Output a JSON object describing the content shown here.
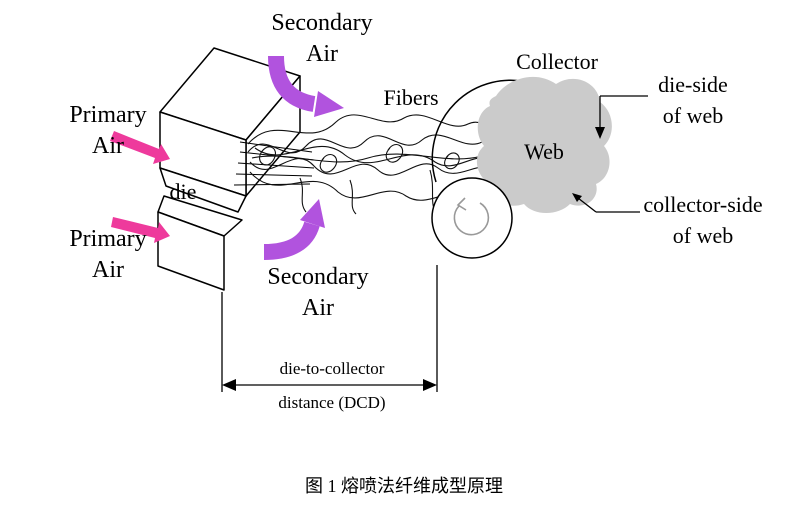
{
  "labels": {
    "secondary_air_top": {
      "line1": "Secondary",
      "line2": "Air"
    },
    "primary_air_top": {
      "line1": "Primary",
      "line2": "Air"
    },
    "die": "die",
    "primary_air_bottom": {
      "line1": "Primary",
      "line2": "Air"
    },
    "secondary_air_bottom": {
      "line1": "Secondary",
      "line2": "Air"
    },
    "fibers": "Fibers",
    "collector": "Collector",
    "web": "Web",
    "die_side": {
      "line1": "die-side",
      "line2": "of web"
    },
    "collector_side": {
      "line1": "collector-side",
      "line2": "of web"
    },
    "dcd": {
      "line1": "die-to-collector",
      "line2": "distance (DCD)"
    }
  },
  "caption": "图 1 熔喷法纤维成型原理",
  "colors": {
    "primary_air": "#ee3a9c",
    "secondary_air": "#b153de",
    "web_gray": "#cbcbcb",
    "rotation_arrow": "#999999",
    "line": "#000000"
  }
}
